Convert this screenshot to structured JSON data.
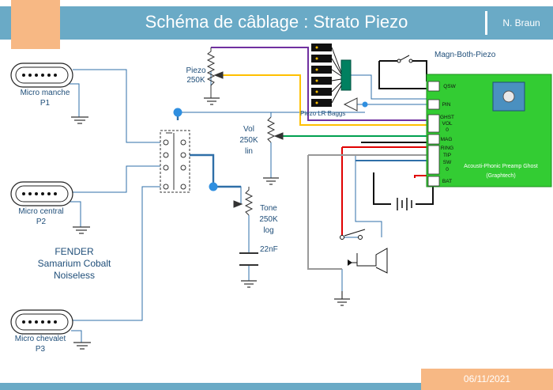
{
  "header": {
    "title": "Schéma de câblage : Strato Piezo",
    "author": "N. Braun"
  },
  "footer": {
    "date": "06/11/2021"
  },
  "pickups": {
    "p1": {
      "name": "Micro manche",
      "code": "P1"
    },
    "p2": {
      "name": "Micro central",
      "code": "P2"
    },
    "p3": {
      "name": "Micro chevalet",
      "code": "P3"
    }
  },
  "fender": {
    "line1": "FENDER",
    "line2": "Samarium Cobalt",
    "line3": "Noiseless"
  },
  "piezo_pot": {
    "name": "Piezo",
    "value": "250K"
  },
  "vol_pot": {
    "name": "Vol",
    "value": "250K",
    "taper": "lin"
  },
  "tone_pot": {
    "name": "Tone",
    "value": "250K",
    "taper": "log"
  },
  "capacitor": {
    "value": "22nF"
  },
  "piezo_saddles": {
    "label": "Piezo LR Baggs"
  },
  "magn_switch": {
    "label": "Magn-Both-Piezo"
  },
  "preamp": {
    "name": "Acousti-Phonic Preamp Ghost",
    "brand": "(Graphtech)",
    "pins": {
      "qsw": "QSW",
      "pin": "PIN",
      "ghst": "GHST",
      "vol": "VOL",
      "zero1": "0",
      "mag": "MAG",
      "ring": "RING",
      "tip": "TIP",
      "sw": "SW",
      "zero2": "0",
      "bat": "BAT"
    }
  },
  "colors": {
    "header": "#6aaac6",
    "accent": "#f7b884",
    "label": "#1f4e79",
    "wire": "#2f6fa8",
    "preamp": "#33cc33",
    "purple": "#7030a0",
    "yellow": "#ffc000",
    "green": "#00a050",
    "red": "#e00000",
    "gray": "#999999"
  }
}
